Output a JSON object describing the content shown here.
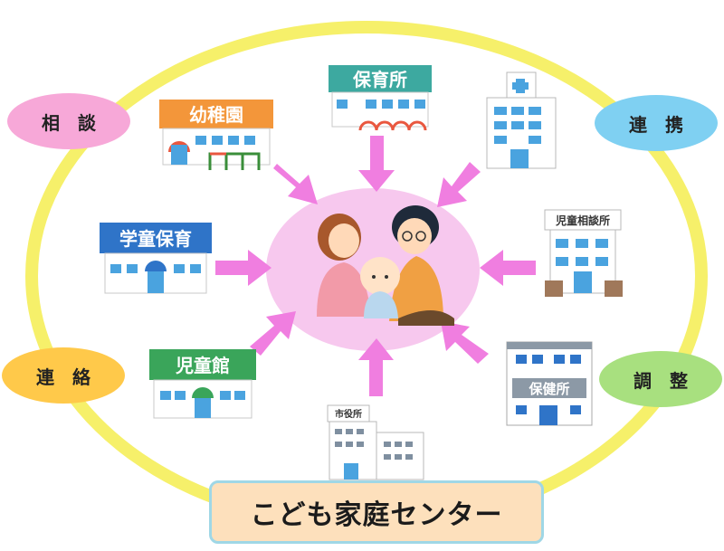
{
  "diagram": {
    "title": "こども家庭センター",
    "roles": {
      "top_left": "相　談",
      "top_right": "連　携",
      "bottom_left": "連　絡",
      "bottom_right": "調　整"
    },
    "facilities": {
      "kindergarten": "幼稚園",
      "nursery": "保育所",
      "after_school_care": "学童保育",
      "child_guidance_center": "児童相談所",
      "childrens_hall": "児童館",
      "health_center": "保健所",
      "city_hall": "市役所"
    },
    "colors": {
      "ring": "#f6f06a",
      "center_glow": "#f7c8ee",
      "arrow": "#f07ee0",
      "role_consult": "#f7a8d8",
      "role_cooperate": "#7fd0f2",
      "role_contact": "#ffc94a",
      "role_coordinate": "#a8e07f",
      "title_box": "#fde0bc"
    }
  }
}
